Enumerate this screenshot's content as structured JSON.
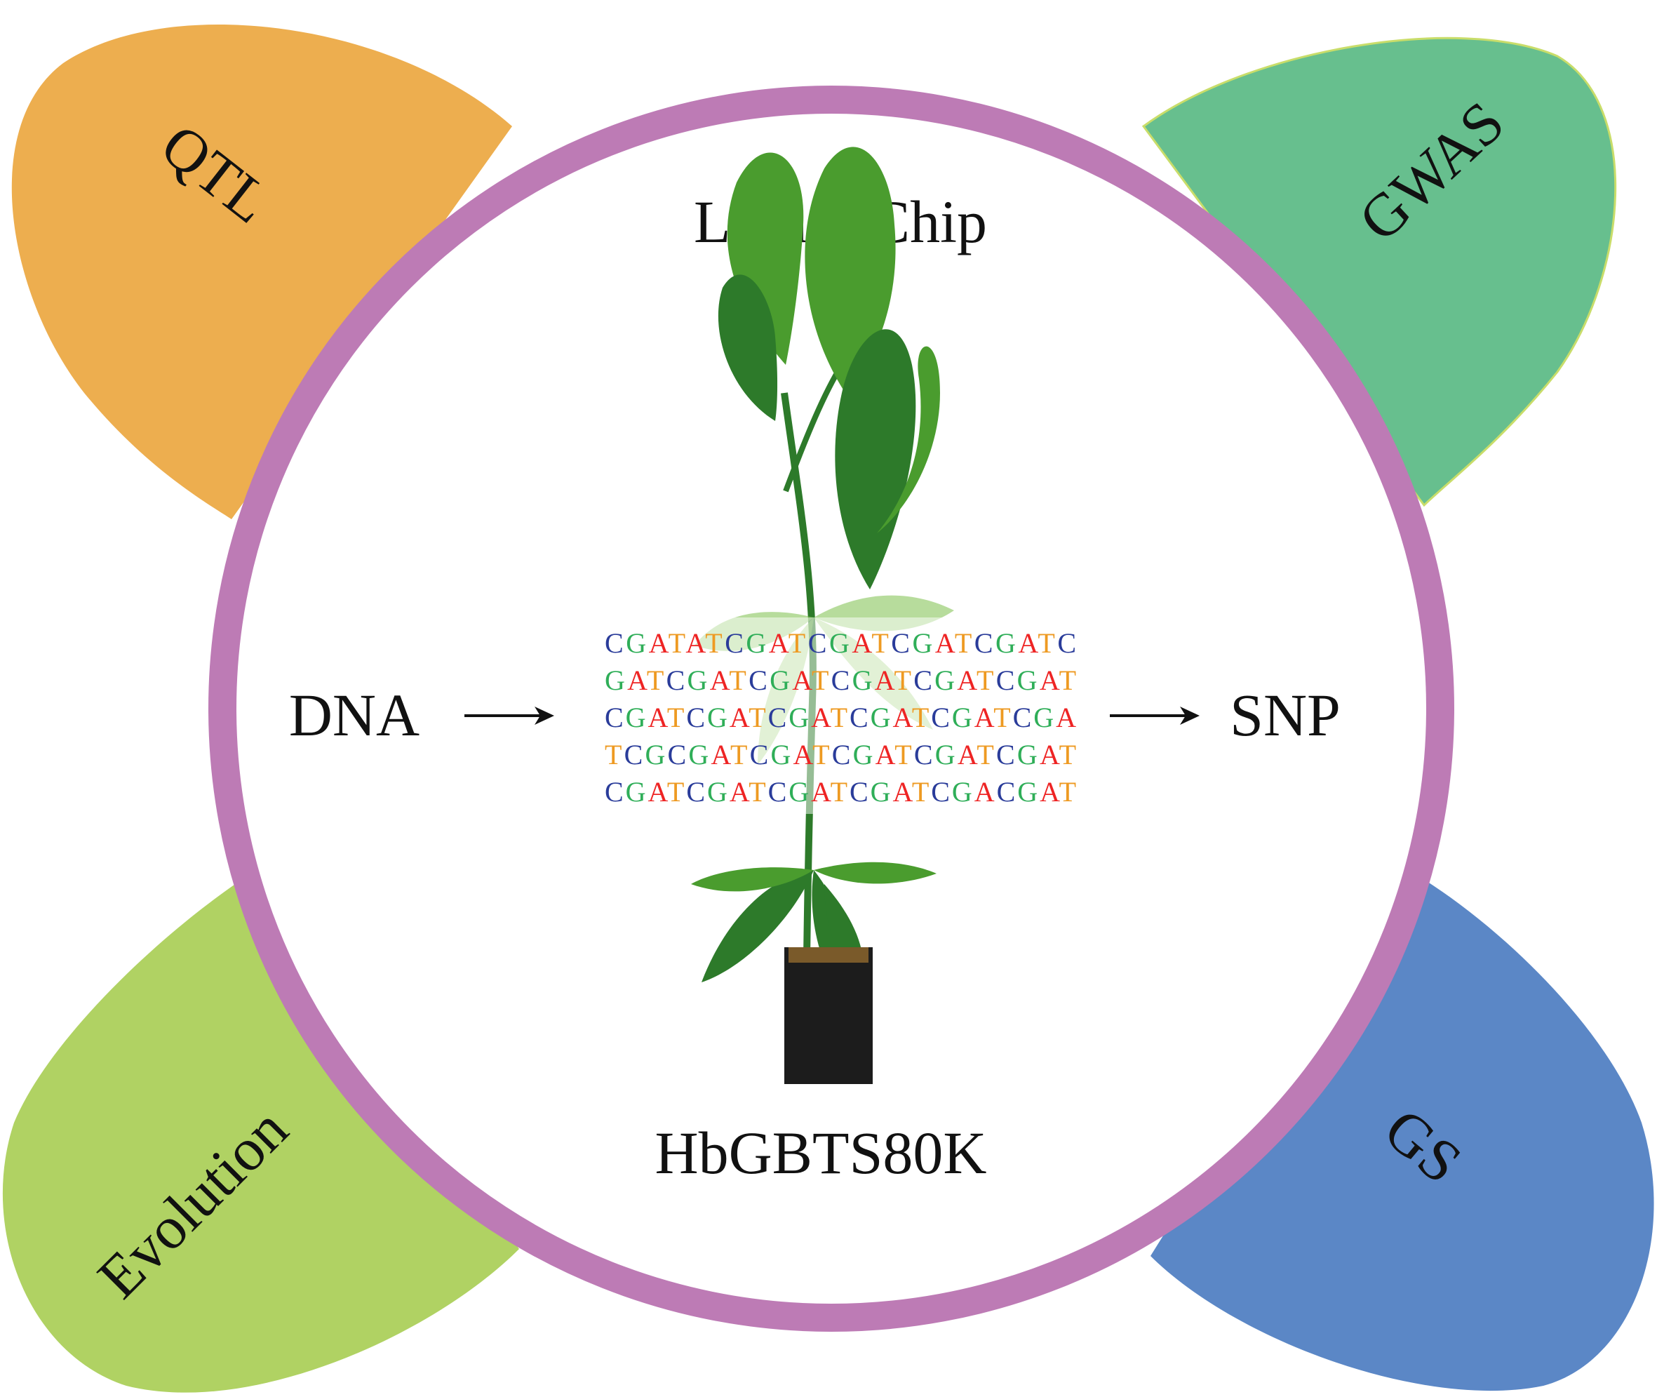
{
  "colors": {
    "qtl": "#edae4f",
    "gwas": "#67bf8e",
    "gwas_outline": "#c9dd6a",
    "evolution": "#b0d263",
    "gs": "#5b87c6",
    "ring": "#bd7bb5",
    "center_fill": "#ffffff",
    "text": "#111111",
    "base_A": "#ee2424",
    "base_C": "#2a3c9a",
    "base_G": "#2fae58",
    "base_T": "#ee9a22",
    "leaf_dark": "#2d7a2a",
    "leaf_mid": "#4a9c2e",
    "leaf_light": "#7cc04a",
    "pot": "#1c1c1c"
  },
  "petals": {
    "qtl": {
      "label": "QTL",
      "icon": "petal-shape"
    },
    "gwas": {
      "label": "GWAS",
      "icon": "petal-shape"
    },
    "evolution": {
      "label": "Evolution",
      "icon": "petal-shape"
    },
    "gs": {
      "label": "GS",
      "icon": "petal-shape"
    }
  },
  "center": {
    "title": "Liquid Chip",
    "subtitle": "HbGBTS80K",
    "input_label": "DNA",
    "output_label": "SNP",
    "plant_icon": "rubber-seedling-illustration",
    "arrow_icon": "right-arrow-icon"
  },
  "sequence": {
    "lines": [
      "CGATATCGATCGATCGATCGATC",
      "GATCGATCGATCGATCGATCGAT",
      "CGATCGATCGATCGATCGATCGA",
      "TCGCGATCGATCGATCGATCGAT",
      "CGATCGATCGATCGATCGACGAT"
    ]
  }
}
